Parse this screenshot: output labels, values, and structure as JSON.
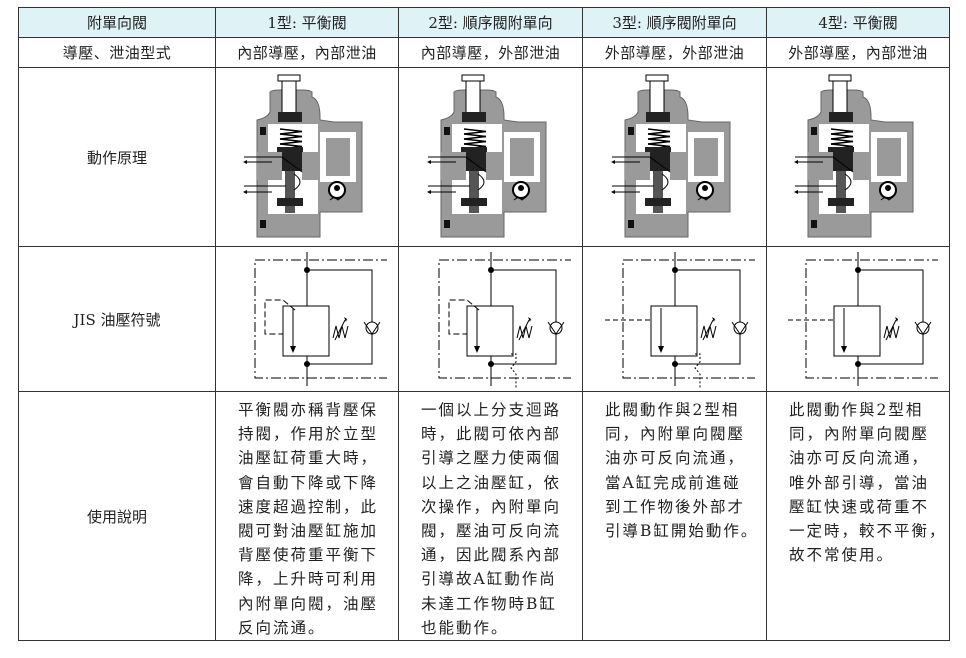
{
  "header": [
    "附單向閥",
    "1型: 平衡閥",
    "2型: 順序閥附單向",
    "3型: 順序閥附單向",
    "4型: 平衡閥"
  ],
  "mode_row": {
    "label": "導壓、泄油型式",
    "values": [
      "內部導壓，內部泄油",
      "內部導壓，外部泄油",
      "外部導壓，外部泄油",
      "外部導壓，內部泄油"
    ]
  },
  "principle_row": {
    "label": "動作原理",
    "icons": [
      "valve-cross-section-icon",
      "valve-cross-section-icon",
      "valve-cross-section-icon",
      "valve-cross-section-icon"
    ]
  },
  "symbol_row": {
    "label": "JIS 油壓符號",
    "icons": [
      "jis-symbol-type1-icon",
      "jis-symbol-type2-icon",
      "jis-symbol-type3-icon",
      "jis-symbol-type4-icon"
    ]
  },
  "usage_row": {
    "label": "使用說明",
    "values": [
      "平衡閥亦稱背壓保\n持閥，作用於立型\n油壓缸荷重大時，\n會自動下降或下降\n速度超過控制，此\n閥可對油壓缸施加\n背壓使荷重平衡下\n降，上升時可利用\n內附單向閥，油壓\n反向流通。",
      "一個以上分支迴路\n時，此閥可依內部\n引導之壓力使兩個\n以上之油壓缸，依\n次操作，內附單向\n閥，壓油可反向流\n通，因此閥系內部\n引導故A缸動作尚\n未達工作物時B缸\n也能動作。",
      "此閥動作與2型相\n同，內附單向閥壓\n油亦可反向流通，\n當A缸完成前進碰\n到工作物後外部才\n引導B缸開始動作。",
      "此閥動作與2型相\n同，內附單向閥壓\n油亦可反向流通，\n唯外部引導，當油\n壓缸快速或荷重不\n一定時，較不平衡，\n故不常使用。"
    ]
  },
  "colors": {
    "header_bg": "#dff2f5",
    "valve_body": "#9a9a9a",
    "border": "#333333"
  }
}
